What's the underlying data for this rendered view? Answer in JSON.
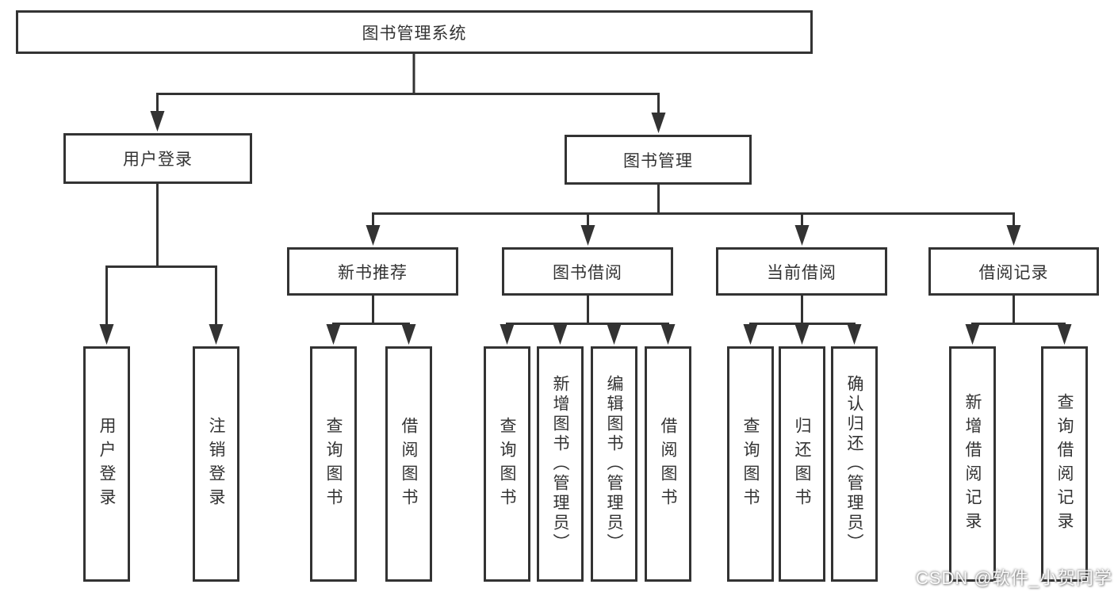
{
  "colors": {
    "line": "#333333",
    "text": "#333333",
    "background": "#ffffff"
  },
  "watermark": "CSDN @软件_小贺同学",
  "tree": {
    "root": {
      "label": "图书管理系统"
    },
    "children": [
      {
        "label": "用户登录",
        "children": [
          {
            "label": "用户登录"
          },
          {
            "label": "注销登录"
          }
        ]
      },
      {
        "label": "图书管理",
        "children": [
          {
            "label": "新书推荐",
            "children": [
              {
                "label": "查询图书"
              },
              {
                "label": "借阅图书"
              }
            ]
          },
          {
            "label": "图书借阅",
            "children": [
              {
                "label": "查询图书"
              },
              {
                "label": "新增图书（管理员）"
              },
              {
                "label": "编辑图书（管理员）"
              },
              {
                "label": "借阅图书"
              }
            ]
          },
          {
            "label": "当前借阅",
            "children": [
              {
                "label": "查询图书"
              },
              {
                "label": "归还图书"
              },
              {
                "label": "确认归还（管理员）"
              }
            ]
          },
          {
            "label": "借阅记录",
            "children": [
              {
                "label": "新增借阅记录"
              },
              {
                "label": "查询借阅记录"
              }
            ]
          }
        ]
      }
    ]
  }
}
